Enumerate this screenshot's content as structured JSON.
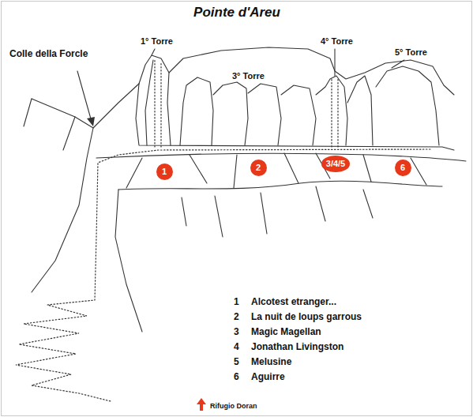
{
  "diagram": {
    "title": "Pointe d'Areu",
    "nodes": [
      {
        "text": [
          "1"
        ]
      },
      {
        "text": [
          "2"
        ]
      },
      {
        "text": [
          "3/4/5"
        ]
      },
      {
        "text": [
          "6"
        ]
      }
    ],
    "labels": [
      "Colle della Forcle",
      "1° Torre",
      "3° Torre",
      "4° Torre",
      "5° Torre",
      "1",
      "Alcotest etranger...",
      "2",
      "La nuit de loups garrous",
      "3",
      "Magic Magellan",
      "4",
      "Jonathan Livingston",
      "5",
      "Melusine",
      "6",
      "Aguirre",
      "Rifugio Doran"
    ]
  }
}
